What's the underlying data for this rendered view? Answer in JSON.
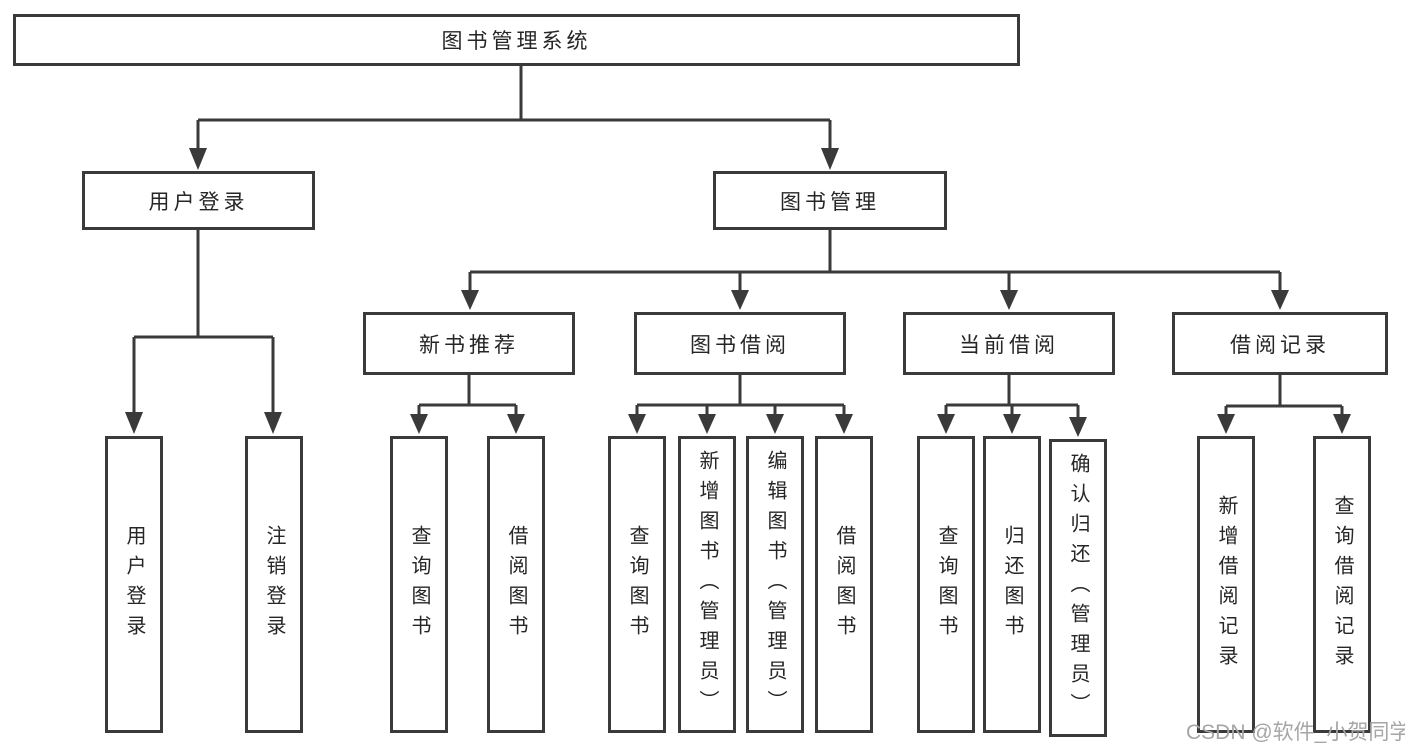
{
  "tree": {
    "label": "图书管理系统",
    "children": [
      {
        "label": "用户登录",
        "children": [
          {
            "label": "用户登录"
          },
          {
            "label": "注销登录"
          }
        ]
      },
      {
        "label": "图书管理",
        "children": [
          {
            "label": "新书推荐",
            "children": [
              {
                "label": "查询图书"
              },
              {
                "label": "借阅图书"
              }
            ]
          },
          {
            "label": "图书借阅",
            "children": [
              {
                "label": "查询图书"
              },
              {
                "label": "新增图书（管理员）"
              },
              {
                "label": "编辑图书（管理员）"
              },
              {
                "label": "借阅图书"
              }
            ]
          },
          {
            "label": "当前借阅",
            "children": [
              {
                "label": "查询图书"
              },
              {
                "label": "归还图书"
              },
              {
                "label": "确认归还（管理员）"
              }
            ]
          },
          {
            "label": "借阅记录",
            "children": [
              {
                "label": "新增借阅记录"
              },
              {
                "label": "查询借阅记录"
              }
            ]
          }
        ]
      }
    ]
  },
  "watermark": "CSDN @软件_小贺同学",
  "colors": {
    "line": "#3a3a3a",
    "box_border": "#3a3a3a",
    "box_fill": "#ffffff",
    "text": "#262626",
    "watermark": "#a6a6a6"
  }
}
